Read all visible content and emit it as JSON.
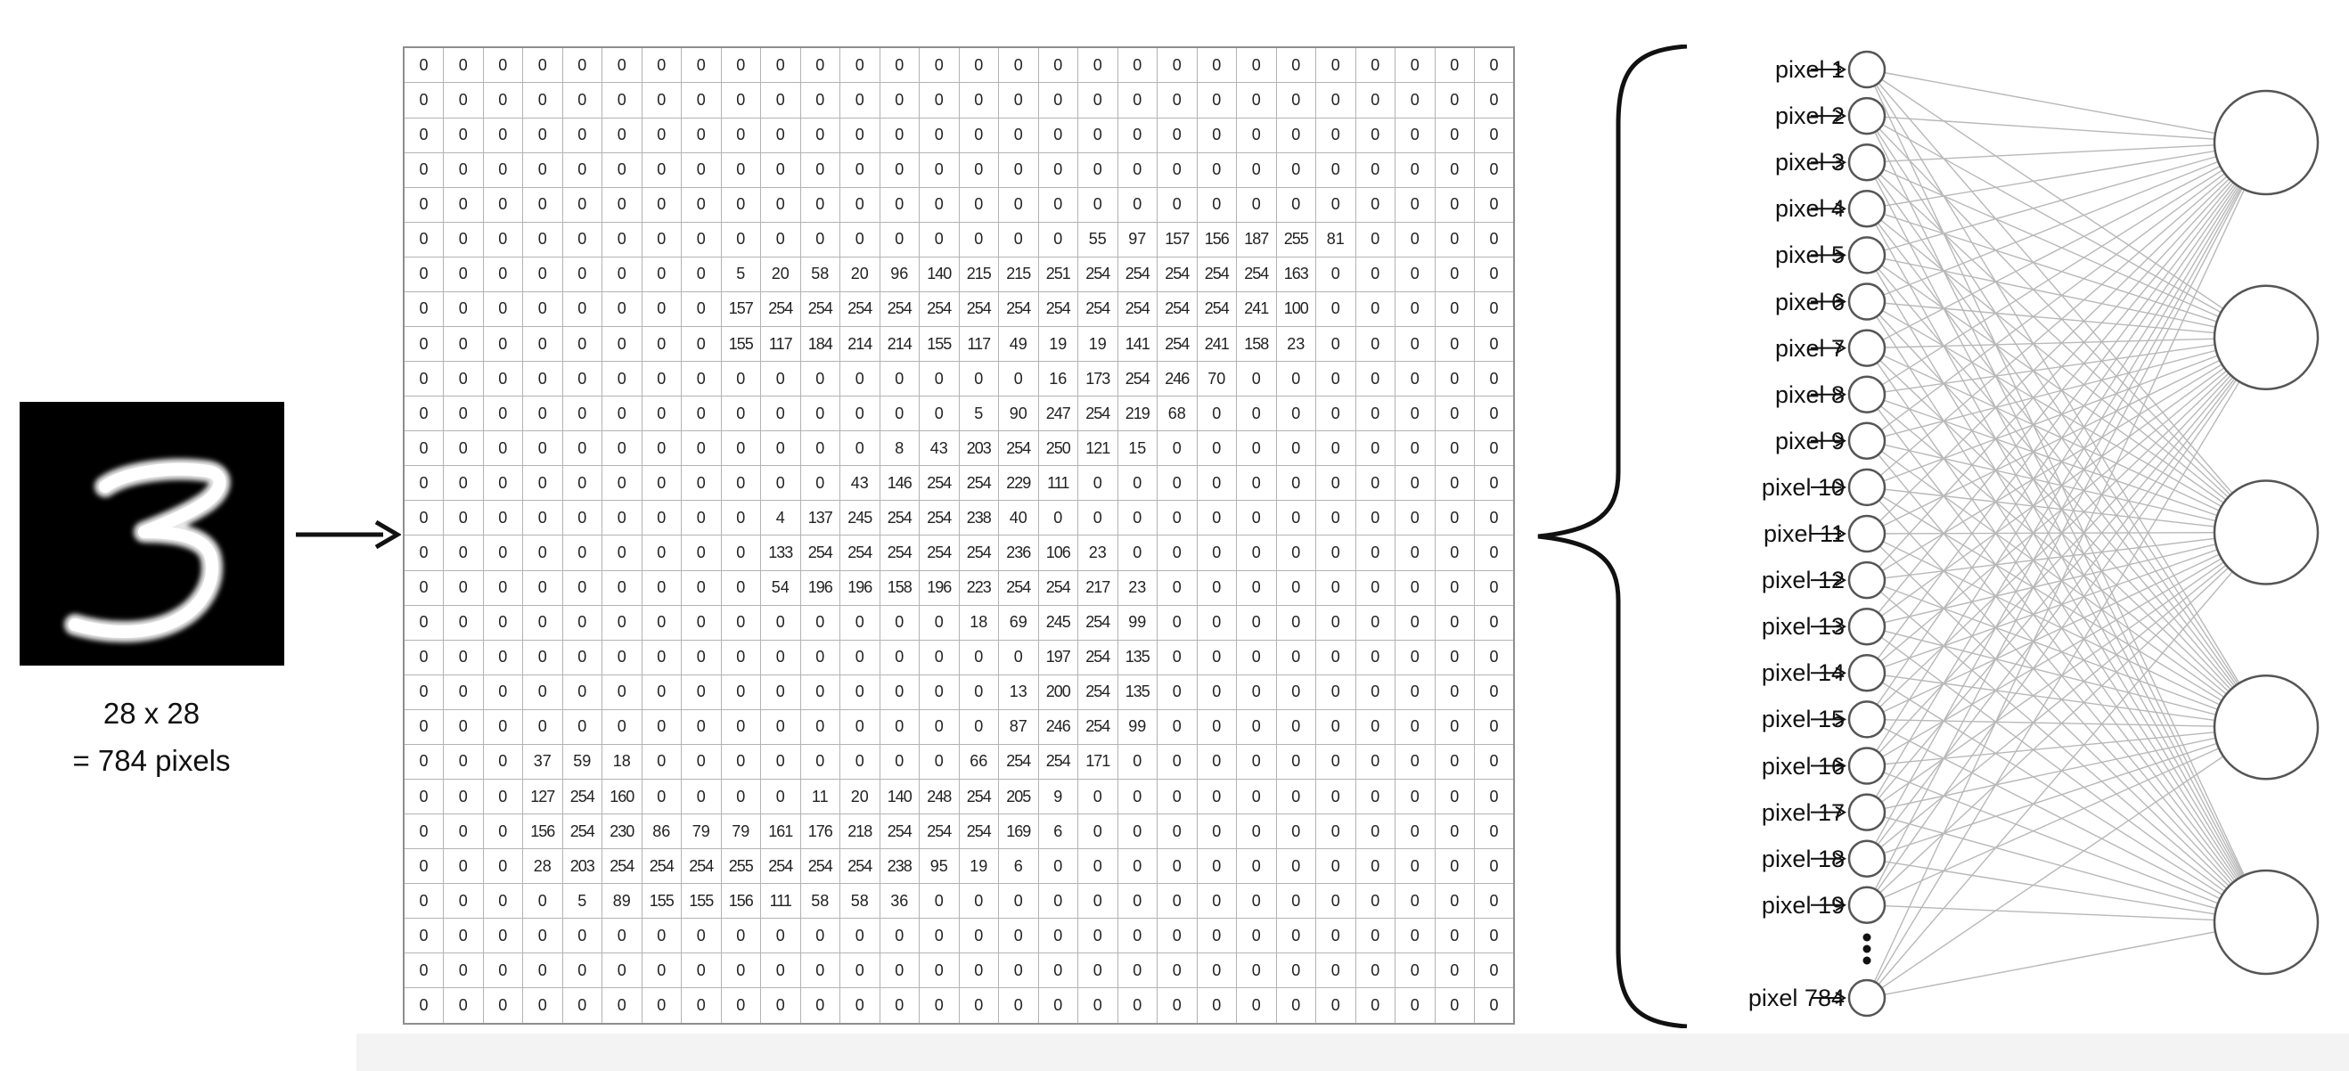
{
  "image_caption": {
    "dimensions": "28 x 28",
    "total": "= 784 pixels"
  },
  "pixel_matrix": [
    [
      0,
      0,
      0,
      0,
      0,
      0,
      0,
      0,
      0,
      0,
      0,
      0,
      0,
      0,
      0,
      0,
      0,
      0,
      0,
      0,
      0,
      0,
      0,
      0,
      0,
      0,
      0,
      0
    ],
    [
      0,
      0,
      0,
      0,
      0,
      0,
      0,
      0,
      0,
      0,
      0,
      0,
      0,
      0,
      0,
      0,
      0,
      0,
      0,
      0,
      0,
      0,
      0,
      0,
      0,
      0,
      0,
      0
    ],
    [
      0,
      0,
      0,
      0,
      0,
      0,
      0,
      0,
      0,
      0,
      0,
      0,
      0,
      0,
      0,
      0,
      0,
      0,
      0,
      0,
      0,
      0,
      0,
      0,
      0,
      0,
      0,
      0
    ],
    [
      0,
      0,
      0,
      0,
      0,
      0,
      0,
      0,
      0,
      0,
      0,
      0,
      0,
      0,
      0,
      0,
      0,
      0,
      0,
      0,
      0,
      0,
      0,
      0,
      0,
      0,
      0,
      0
    ],
    [
      0,
      0,
      0,
      0,
      0,
      0,
      0,
      0,
      0,
      0,
      0,
      0,
      0,
      0,
      0,
      0,
      0,
      0,
      0,
      0,
      0,
      0,
      0,
      0,
      0,
      0,
      0,
      0
    ],
    [
      0,
      0,
      0,
      0,
      0,
      0,
      0,
      0,
      0,
      0,
      0,
      0,
      0,
      0,
      0,
      0,
      0,
      55,
      97,
      157,
      156,
      187,
      255,
      81,
      0,
      0,
      0,
      0
    ],
    [
      0,
      0,
      0,
      0,
      0,
      0,
      0,
      0,
      5,
      20,
      58,
      20,
      96,
      140,
      215,
      215,
      251,
      254,
      254,
      254,
      254,
      254,
      163,
      0,
      0,
      0,
      0,
      0
    ],
    [
      0,
      0,
      0,
      0,
      0,
      0,
      0,
      0,
      157,
      254,
      254,
      254,
      254,
      254,
      254,
      254,
      254,
      254,
      254,
      254,
      254,
      241,
      100,
      0,
      0,
      0,
      0,
      0
    ],
    [
      0,
      0,
      0,
      0,
      0,
      0,
      0,
      0,
      155,
      117,
      184,
      214,
      214,
      155,
      117,
      49,
      19,
      19,
      141,
      254,
      241,
      158,
      23,
      0,
      0,
      0,
      0,
      0
    ],
    [
      0,
      0,
      0,
      0,
      0,
      0,
      0,
      0,
      0,
      0,
      0,
      0,
      0,
      0,
      0,
      0,
      16,
      173,
      254,
      246,
      70,
      0,
      0,
      0,
      0,
      0,
      0,
      0
    ],
    [
      0,
      0,
      0,
      0,
      0,
      0,
      0,
      0,
      0,
      0,
      0,
      0,
      0,
      0,
      5,
      90,
      247,
      254,
      219,
      68,
      0,
      0,
      0,
      0,
      0,
      0,
      0,
      0
    ],
    [
      0,
      0,
      0,
      0,
      0,
      0,
      0,
      0,
      0,
      0,
      0,
      0,
      8,
      43,
      203,
      254,
      250,
      121,
      15,
      0,
      0,
      0,
      0,
      0,
      0,
      0,
      0,
      0
    ],
    [
      0,
      0,
      0,
      0,
      0,
      0,
      0,
      0,
      0,
      0,
      0,
      43,
      146,
      254,
      254,
      229,
      111,
      0,
      0,
      0,
      0,
      0,
      0,
      0,
      0,
      0,
      0,
      0
    ],
    [
      0,
      0,
      0,
      0,
      0,
      0,
      0,
      0,
      0,
      4,
      137,
      245,
      254,
      254,
      238,
      40,
      0,
      0,
      0,
      0,
      0,
      0,
      0,
      0,
      0,
      0,
      0,
      0
    ],
    [
      0,
      0,
      0,
      0,
      0,
      0,
      0,
      0,
      0,
      133,
      254,
      254,
      254,
      254,
      254,
      236,
      106,
      23,
      0,
      0,
      0,
      0,
      0,
      0,
      0,
      0,
      0,
      0
    ],
    [
      0,
      0,
      0,
      0,
      0,
      0,
      0,
      0,
      0,
      54,
      196,
      196,
      158,
      196,
      223,
      254,
      254,
      217,
      23,
      0,
      0,
      0,
      0,
      0,
      0,
      0,
      0,
      0
    ],
    [
      0,
      0,
      0,
      0,
      0,
      0,
      0,
      0,
      0,
      0,
      0,
      0,
      0,
      0,
      18,
      69,
      245,
      254,
      99,
      0,
      0,
      0,
      0,
      0,
      0,
      0,
      0,
      0
    ],
    [
      0,
      0,
      0,
      0,
      0,
      0,
      0,
      0,
      0,
      0,
      0,
      0,
      0,
      0,
      0,
      0,
      197,
      254,
      135,
      0,
      0,
      0,
      0,
      0,
      0,
      0,
      0,
      0
    ],
    [
      0,
      0,
      0,
      0,
      0,
      0,
      0,
      0,
      0,
      0,
      0,
      0,
      0,
      0,
      0,
      13,
      200,
      254,
      135,
      0,
      0,
      0,
      0,
      0,
      0,
      0,
      0,
      0
    ],
    [
      0,
      0,
      0,
      0,
      0,
      0,
      0,
      0,
      0,
      0,
      0,
      0,
      0,
      0,
      0,
      87,
      246,
      254,
      99,
      0,
      0,
      0,
      0,
      0,
      0,
      0,
      0,
      0
    ],
    [
      0,
      0,
      0,
      37,
      59,
      18,
      0,
      0,
      0,
      0,
      0,
      0,
      0,
      0,
      66,
      254,
      254,
      171,
      0,
      0,
      0,
      0,
      0,
      0,
      0,
      0,
      0,
      0
    ],
    [
      0,
      0,
      0,
      127,
      254,
      160,
      0,
      0,
      0,
      0,
      11,
      20,
      140,
      248,
      254,
      205,
      9,
      0,
      0,
      0,
      0,
      0,
      0,
      0,
      0,
      0,
      0,
      0
    ],
    [
      0,
      0,
      0,
      156,
      254,
      230,
      86,
      79,
      79,
      161,
      176,
      218,
      254,
      254,
      254,
      169,
      6,
      0,
      0,
      0,
      0,
      0,
      0,
      0,
      0,
      0,
      0,
      0
    ],
    [
      0,
      0,
      0,
      28,
      203,
      254,
      254,
      254,
      255,
      254,
      254,
      254,
      238,
      95,
      19,
      6,
      0,
      0,
      0,
      0,
      0,
      0,
      0,
      0,
      0,
      0,
      0,
      0
    ],
    [
      0,
      0,
      0,
      0,
      5,
      89,
      155,
      155,
      156,
      111,
      58,
      58,
      36,
      0,
      0,
      0,
      0,
      0,
      0,
      0,
      0,
      0,
      0,
      0,
      0,
      0,
      0,
      0
    ],
    [
      0,
      0,
      0,
      0,
      0,
      0,
      0,
      0,
      0,
      0,
      0,
      0,
      0,
      0,
      0,
      0,
      0,
      0,
      0,
      0,
      0,
      0,
      0,
      0,
      0,
      0,
      0,
      0
    ],
    [
      0,
      0,
      0,
      0,
      0,
      0,
      0,
      0,
      0,
      0,
      0,
      0,
      0,
      0,
      0,
      0,
      0,
      0,
      0,
      0,
      0,
      0,
      0,
      0,
      0,
      0,
      0,
      0
    ],
    [
      0,
      0,
      0,
      0,
      0,
      0,
      0,
      0,
      0,
      0,
      0,
      0,
      0,
      0,
      0,
      0,
      0,
      0,
      0,
      0,
      0,
      0,
      0,
      0,
      0,
      0,
      0,
      0
    ]
  ],
  "input_labels": [
    "pixel 1",
    "pixel 2",
    "pixel 3",
    "pixel 4",
    "pixel 5",
    "pixel 6",
    "pixel 7",
    "pixel 8",
    "pixel 9",
    "pixel 10",
    "pixel 11",
    "pixel 12",
    "pixel 13",
    "pixel 14",
    "pixel 15",
    "pixel 16",
    "pixel 17",
    "pixel 18",
    "pixel 19"
  ],
  "last_input_label": "pixel 784",
  "hidden_neuron_count": 5,
  "colors": {
    "background": "#ffffff",
    "grid_line": "#b3b3b3",
    "connection": "#b8b8b8",
    "neuron_stroke": "#555555"
  }
}
